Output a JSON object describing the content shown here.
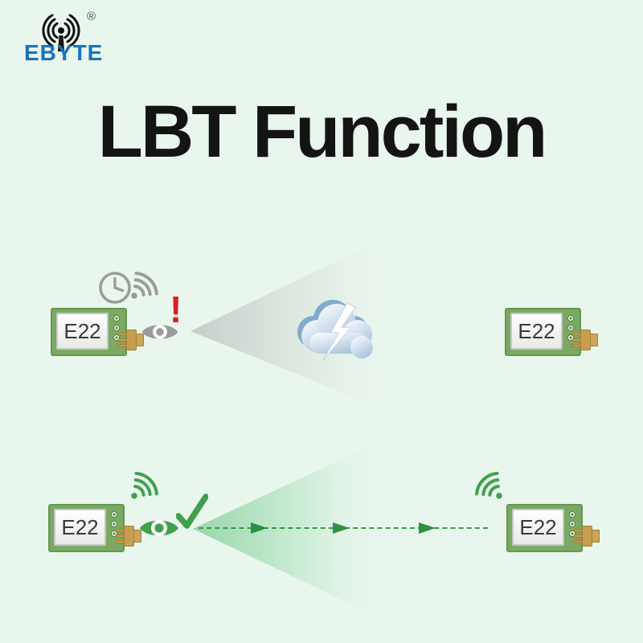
{
  "page": {
    "background_color": "#e9f6ee",
    "title": "LBT Function"
  },
  "logo": {
    "brand": "EBYTE",
    "registered_mark": "®",
    "brand_color": "#1873bc",
    "icon": "antenna-signal-icon"
  },
  "modules": {
    "top_left": "E22",
    "top_right": "E22",
    "bottom_left": "E22",
    "bottom_right": "E22"
  },
  "scenes": {
    "listen_busy": {
      "alert_mark": "!",
      "icons": [
        "clock-icon",
        "wifi-signal-icon",
        "eye-icon",
        "exclamation-mark",
        "storm-cloud-icon",
        "lightning-bolt-icon"
      ],
      "icon_color": "#9b9b9b",
      "alert_color": "#e21b1f",
      "beam_color": "#c8ccc9"
    },
    "transmit_clear": {
      "icons": [
        "wifi-signal-icon",
        "eye-icon",
        "checkmark-icon",
        "dashed-arrow-line",
        "arrow-right-icon",
        "wifi-signal-icon"
      ],
      "icon_color": "#3fa04c",
      "arrow_color": "#2f8f43",
      "beam_color": "#7dcc92"
    }
  },
  "colors": {
    "pcb_green": "#79a963",
    "pcb_border": "#66974e",
    "connector_gold": "#c79d50",
    "module_text": "#3a3a3a",
    "title_color": "#141414"
  }
}
